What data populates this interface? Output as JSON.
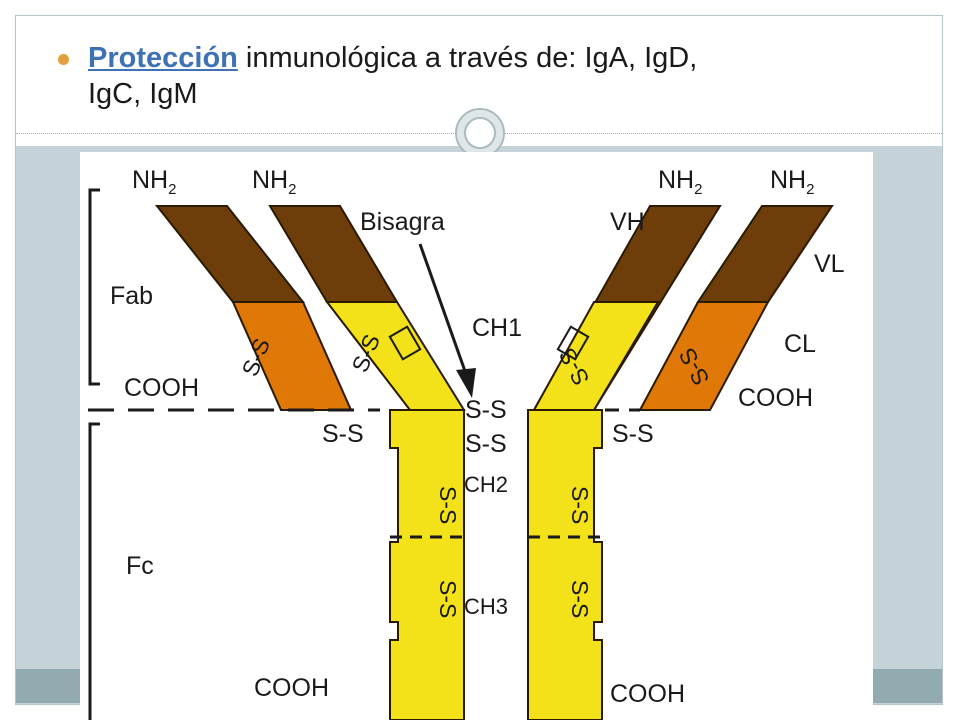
{
  "bullet": {
    "link_text": "Protección",
    "rest_line1": " inmunológica a través de: IgA, IgD,",
    "line2": "IgC, IgM"
  },
  "figure": {
    "labels": {
      "nh2_1": "NH",
      "nh2_2": "NH",
      "nh2_3": "NH",
      "nh2_4": "NH",
      "sub2": "2",
      "bisagra": "Bisagra",
      "vh": "VH",
      "vl": "VL",
      "fab": "Fab",
      "ch1": "CH1",
      "cl": "CL",
      "cooh_left": "COOH",
      "cooh_right": "COOH",
      "cooh_bottom_left": "COOH",
      "cooh_bottom_right": "COOH",
      "ss_top": "S-S",
      "ss_mid": "S-S",
      "ss_left": "S-S",
      "ss_right": "S-S",
      "ch2": "CH2",
      "ch3": "CH3",
      "fc": "Fc",
      "ss": "S-S"
    },
    "colors": {
      "variable": "#6e3e0a",
      "light_constant": "#e07808",
      "heavy_constant": "#f3e21a",
      "outline": "#2a1a00"
    }
  }
}
